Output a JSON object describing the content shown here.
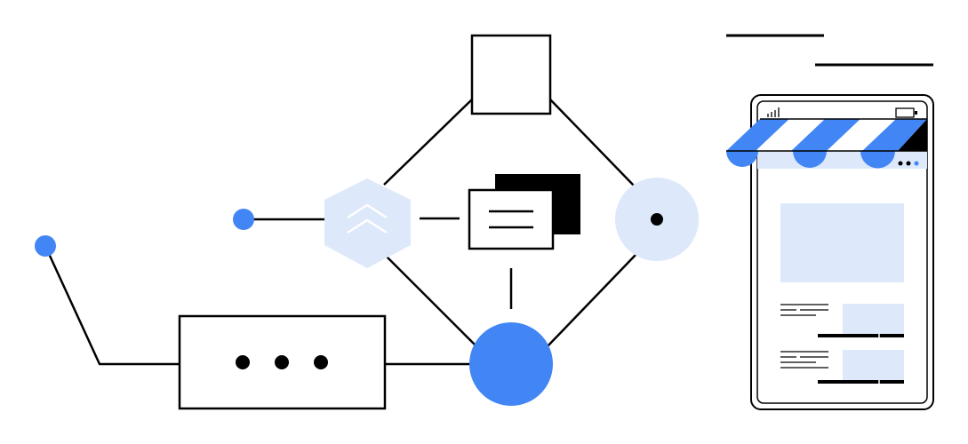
{
  "palette": {
    "blue": "#4285f4",
    "light_blue": "#dde8fa",
    "stroke": "#000000",
    "background": "#ffffff"
  },
  "diagram": {
    "nodes": [
      {
        "id": "top-square",
        "shape": "square"
      },
      {
        "id": "hexagon",
        "shape": "hexagon",
        "icon": "double-chevron-up-icon"
      },
      {
        "id": "documents",
        "shape": "stacked-documents",
        "icon": "document-lines-icon"
      },
      {
        "id": "light-circle",
        "shape": "circle",
        "icon": "dot-icon"
      },
      {
        "id": "blue-circle",
        "shape": "circle"
      },
      {
        "id": "dots-box",
        "shape": "rectangle",
        "icon": "ellipsis-icon"
      }
    ],
    "endpoints": [
      "left-endpoint",
      "far-left-endpoint"
    ]
  },
  "phone": {
    "icons": [
      "signal-icon",
      "battery-icon",
      "awning-icon",
      "menu-dots-icon"
    ],
    "content": [
      "hero-image-placeholder",
      "list-item",
      "list-item"
    ]
  }
}
